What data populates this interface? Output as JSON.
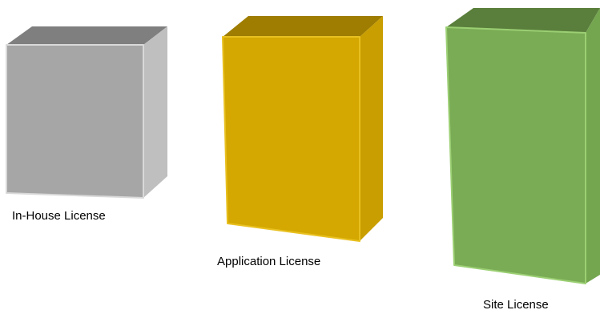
{
  "boxes": [
    {
      "label": "In-House License",
      "front_color": "#a6a6a6",
      "top_color": "#7f7f7f",
      "side_color": "#bfbfbf",
      "edge_color": "#d9d9d9"
    },
    {
      "label": "Application License",
      "front_color": "#d4a800",
      "top_color": "#9e7d00",
      "side_color": "#c99e00",
      "edge_color": "#e8c020"
    },
    {
      "label": "Site License",
      "front_color": "#7aab55",
      "top_color": "#5a7f3c",
      "side_color": "#74a54f",
      "edge_color": "#9bcf73"
    }
  ]
}
